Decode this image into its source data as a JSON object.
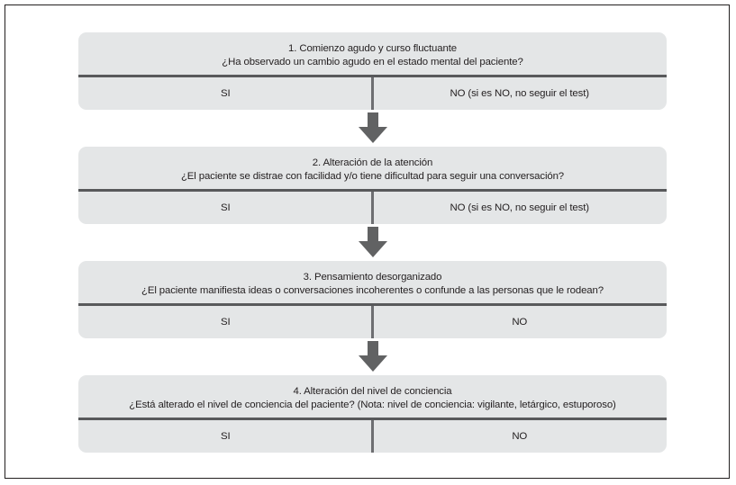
{
  "figure": {
    "type": "flowchart",
    "orientation": "vertical",
    "colors": {
      "frame_border": "#221f20",
      "block_fill": "#e4e6e7",
      "divider": "#58595b",
      "answer_split": "#6d6e71",
      "arrow": "#616263",
      "text": "#231f20"
    },
    "arrows": [
      {
        "name": "arrow-step1-to-step2",
        "direction": "down"
      },
      {
        "name": "arrow-step2-to-step3",
        "direction": "down"
      },
      {
        "name": "arrow-step3-to-step4",
        "direction": "down"
      }
    ],
    "steps": [
      {
        "number": "1",
        "title": "1. Comienzo agudo y curso fluctuante",
        "question": "¿Ha observado un cambio agudo en el estado mental del paciente?",
        "answers": {
          "left": "SI",
          "right": "NO (si es NO, no seguir el test)"
        }
      },
      {
        "number": "2",
        "title": "2. Alteración de la atención",
        "question": "¿El paciente se distrae con facilidad y/o tiene dificultad para seguir una conversación?",
        "answers": {
          "left": "SI",
          "right": "NO (si es NO, no seguir el test)"
        }
      },
      {
        "number": "3",
        "title": "3. Pensamiento desorganizado",
        "question": "¿El paciente manifiesta ideas o conversaciones incoherentes o confunde a las personas que le rodean?",
        "answers": {
          "left": "SI",
          "right": "NO"
        }
      },
      {
        "number": "4",
        "title": "4. Alteración del nivel de conciencia",
        "question": "¿Está alterado el nivel de conciencia del paciente? (Nota: nivel de conciencia: vigilante, letárgico, estuporoso)",
        "answers": {
          "left": "SI",
          "right": "NO"
        }
      }
    ]
  }
}
